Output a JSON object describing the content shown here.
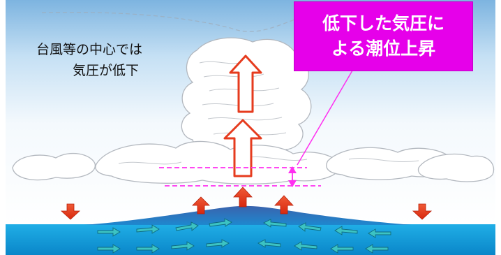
{
  "caption": {
    "line1": "台風等の中心では",
    "line2": "気圧が低下"
  },
  "callout": {
    "line1": "低下した気圧に",
    "line2": "よる潮位上昇"
  },
  "colors": {
    "sky_top": "#7eb6e2",
    "sky_bottom": "#ffffff",
    "sea_surface": "#1ea6e0",
    "sea_deep": "#0b7fc4",
    "surge_hump": "#2d6fb7",
    "pressure_arrow": "#e63b1e",
    "current_arrow": "#2fb5b5",
    "callout_fill": "#e600ea",
    "callout_text": "#ffffff"
  },
  "icons": [
    "up-arrow-icon",
    "down-arrow-icon",
    "current-arrow-icon",
    "double-headed-arrow-icon"
  ]
}
